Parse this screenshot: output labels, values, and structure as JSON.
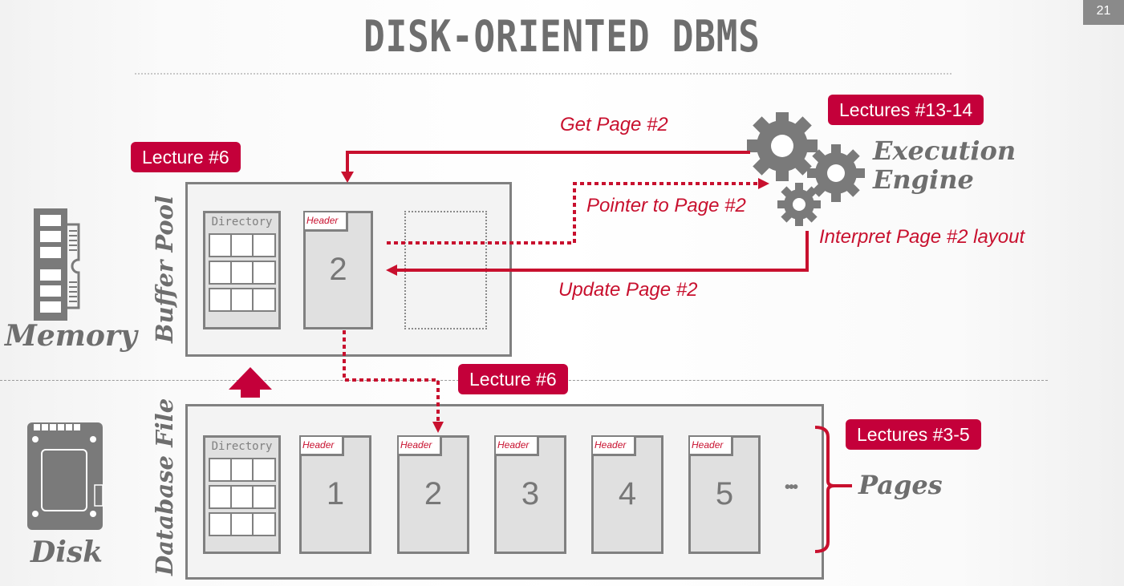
{
  "slide": {
    "title": "DISK-ORIENTED DBMS",
    "number": "21"
  },
  "colors": {
    "accent": "#c4003a",
    "arrow": "#c8102e",
    "gray": "#808080",
    "text_gray": "#6e6e6e"
  },
  "memory": {
    "label": "Memory",
    "icon": "ram-module-icon",
    "buffer_pool": {
      "label": "Buffer Pool",
      "badge": "Lecture #6",
      "directory_label": "Directory",
      "page": {
        "header": "Header",
        "number": "2"
      }
    }
  },
  "disk": {
    "label": "Disk",
    "icon": "ssd-drive-icon",
    "database_file": {
      "label": "Database File",
      "directory_label": "Directory",
      "pages": [
        {
          "header": "Header",
          "number": "1"
        },
        {
          "header": "Header",
          "number": "2"
        },
        {
          "header": "Header",
          "number": "3"
        },
        {
          "header": "Header",
          "number": "4"
        },
        {
          "header": "Header",
          "number": "5"
        }
      ],
      "ellipsis": "•••"
    },
    "pages_label": "Pages",
    "pages_badge": "Lectures #3-5"
  },
  "execution_engine": {
    "label_line1": "Execution",
    "label_line2": "Engine",
    "badge": "Lectures #13-14",
    "icon": "gears-icon"
  },
  "arrows": {
    "get_page": "Get Page #2",
    "pointer": "Pointer to Page #2",
    "interpret": "Interpret Page #2 layout",
    "update": "Update Page #2"
  },
  "divider_badge": "Lecture #6"
}
